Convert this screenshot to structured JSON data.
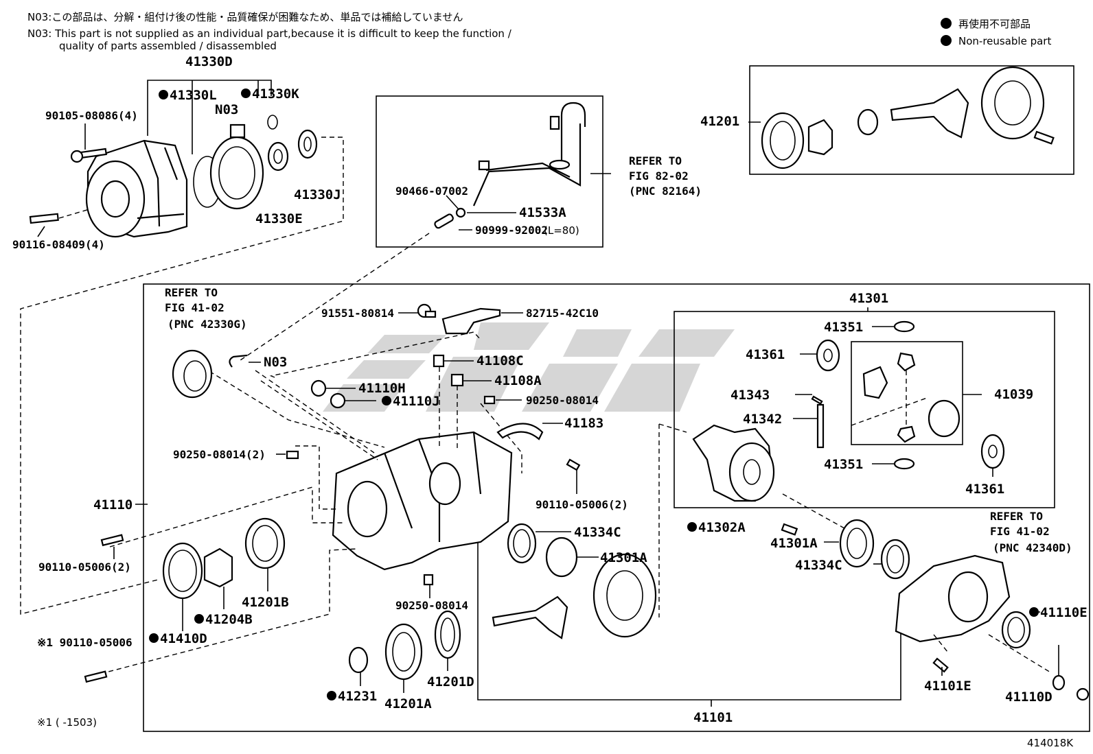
{
  "notes": {
    "jp": "N03:この部品は、分解・組付け後の性能・品質確保が困難なため、単品では補給していません",
    "en_line1": "N03: This part is not supplied as an individual part,because it is difficult to keep the function /",
    "en_line2": "quality of parts assembled / disassembled"
  },
  "legend": {
    "jp": "再使用不可部品",
    "en": "Non-reusable part"
  },
  "refers": {
    "ref1_l1": "REFER TO",
    "ref1_l2": "FIG 82-02",
    "ref1_l3": "(PNC 82164)",
    "ref2_l1": "REFER TO",
    "ref2_l2": "FIG 41-02",
    "ref2_l3": "(PNC 42330G)",
    "ref3_l1": "REFER TO",
    "ref3_l2": "FIG 41-02",
    "ref3_l3": "(PNC 42340D)"
  },
  "footnote": "※1 (      -1503)",
  "figure_code": "414018K",
  "parts": {
    "p41330D": "41330D",
    "p41330L": "41330L",
    "p41330K": "41330K",
    "pN03a": "N03",
    "p90105": "90105-08086(4)",
    "p41330J": "41330J",
    "p41330E": "41330E",
    "p90116": "90116-08409(4)",
    "p90466": "90466-07002",
    "p41533A": "41533A",
    "p90999": "90999-92002",
    "p90999len": "(L=80)",
    "p41201": "41201",
    "p91551": "91551-80814",
    "p82715": "82715-42C10",
    "pN03b": "N03",
    "p41108C": "41108C",
    "p41108A": "41108A",
    "p41110H": "41110H",
    "p41110J": "41110J",
    "p90250a": "90250-08014",
    "p41183": "41183",
    "p90250b": "90250-08014(2)",
    "p90110a": "90110-05006(2)",
    "p41110": "41110",
    "p90110b": "90110-05006(2)",
    "p41334Ca": "41334C",
    "p41301Aa": "41301A",
    "p41201B": "41201B",
    "p41204B": "41204B",
    "p41410D": "41410D",
    "p90110c": "※1 90110-05006",
    "p90250c": "90250-08014",
    "p41231": "41231",
    "p41201A": "41201A",
    "p41201D": "41201D",
    "p41101": "41101",
    "p41301": "41301",
    "p41351a": "41351",
    "p41361a": "41361",
    "p41343": "41343",
    "p41342": "41342",
    "p41039": "41039",
    "p41351b": "41351",
    "p41361b": "41361",
    "p41302A": "41302A",
    "p41301Ab": "41301A",
    "p41334Cb": "41334C",
    "p41110E": "41110E",
    "p41101E": "41101E",
    "p41110D": "41110D"
  },
  "watermark": "GSGC",
  "colors": {
    "ink": "#000000",
    "watermark": "#c8c8c8",
    "paper": "#ffffff"
  }
}
